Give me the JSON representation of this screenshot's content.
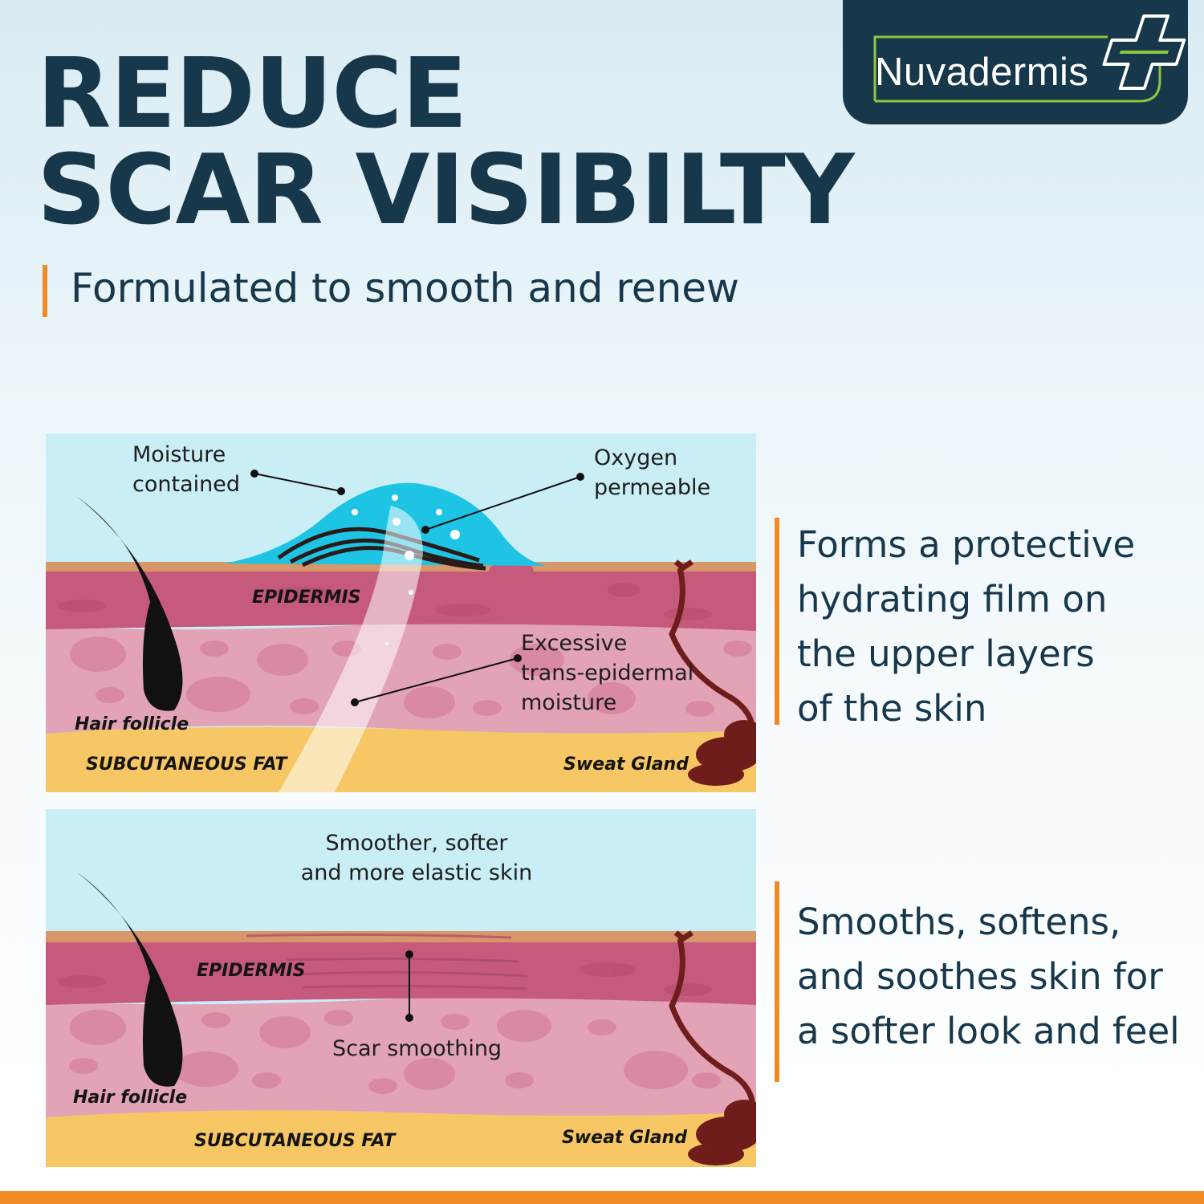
{
  "brand": {
    "name": "Nuvadermis",
    "icon": "medical-cross-icon"
  },
  "headline": {
    "line1": "REDUCE",
    "line2": "SCAR VISIBILTY"
  },
  "subheadline": "Formulated to smooth and renew",
  "colors": {
    "navy": "#17374a",
    "accent_orange": "#f08a24",
    "logo_green": "#8dc63f",
    "sky": "#c9eef6",
    "epidermis": "#c65a7c",
    "dermis": "#e2a3b6",
    "fat": "#f6c764",
    "gel": "#1ec4e4",
    "sweat_gland": "#6e1d1a"
  },
  "diagram_top": {
    "labels": {
      "moisture": [
        "Moisture",
        "contained"
      ],
      "oxygen": [
        "Oxygen",
        "permeable"
      ],
      "excessive": [
        "Excessive",
        "trans-epidermal",
        "moisture"
      ]
    },
    "tags": {
      "epidermis": "EPIDERMIS",
      "hair_follicle": "Hair follicle",
      "subcutaneous_fat": "SUBCUTANEOUS FAT",
      "sweat_gland": "Sweat Gland"
    }
  },
  "diagram_bottom": {
    "labels": {
      "smoother": [
        "Smoother, softer",
        "and more elastic skin"
      ],
      "scar_smoothing": "Scar smoothing"
    },
    "tags": {
      "epidermis": "EPIDERMIS",
      "hair_follicle": "Hair follicle",
      "subcutaneous_fat": "SUBCUTANEOUS FAT",
      "sweat_gland": "Sweat Gland"
    }
  },
  "benefits": [
    {
      "lines": [
        "Forms a protective",
        "hydrating film on",
        "the upper layers",
        "of the skin"
      ]
    },
    {
      "lines": [
        "Smooths, softens,",
        "and soothes skin for",
        "a softer look and feel"
      ]
    }
  ]
}
